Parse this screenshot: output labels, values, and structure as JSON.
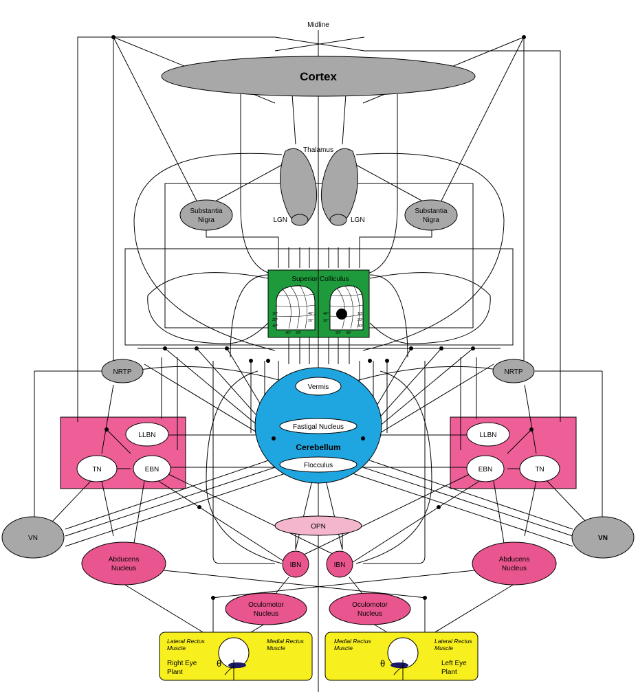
{
  "diagram": {
    "midline_label": "Midline",
    "cortex": "Cortex",
    "thalamus": "Thalamus",
    "lgn": "LGN",
    "substantia_nigra": [
      "Substantia",
      "Nigra"
    ],
    "superior_colliculus": "Superior Colliculus",
    "sc_ticks_right": [
      "40°",
      "20°",
      "10°",
      "20°",
      "40°"
    ],
    "sc_ticks_bottom": [
      "40°",
      "20°"
    ],
    "nrtp": "NRTP",
    "vermis": "Vermis",
    "fastigial": "Fastigal Nucleus",
    "cerebellum": "Cerebellum",
    "flocculus": "Flocculus",
    "llbn": "LLBN",
    "ebn": "EBN",
    "tn": "TN",
    "vn": "VN",
    "opn": "OPN",
    "ibn": "IBN",
    "abducens": [
      "Abducens",
      "Nucleus"
    ],
    "oculomotor": [
      "Oculomotor",
      "Nucleus"
    ],
    "theta": "θ",
    "right_plant": {
      "lateral": [
        "Lateral Rectus",
        "Muscle"
      ],
      "medial": [
        "Medial Rectus",
        "Muscle"
      ],
      "name": [
        "Right Eye",
        "Plant"
      ]
    },
    "left_plant": {
      "medial": [
        "Medial Rectus",
        "Muscle"
      ],
      "lateral": [
        "Lateral Rectus",
        "Muscle"
      ],
      "name": [
        "Left Eye",
        "Plant"
      ]
    },
    "colors": {
      "gray_node": "#a8a8a8",
      "sc_green": "#1e9a3c",
      "cerebellum_blue": "#1fa6e0",
      "pink": "#e9568f",
      "opn_pink": "#f4b6cc",
      "plant_yellow": "#f7ef1e"
    }
  }
}
